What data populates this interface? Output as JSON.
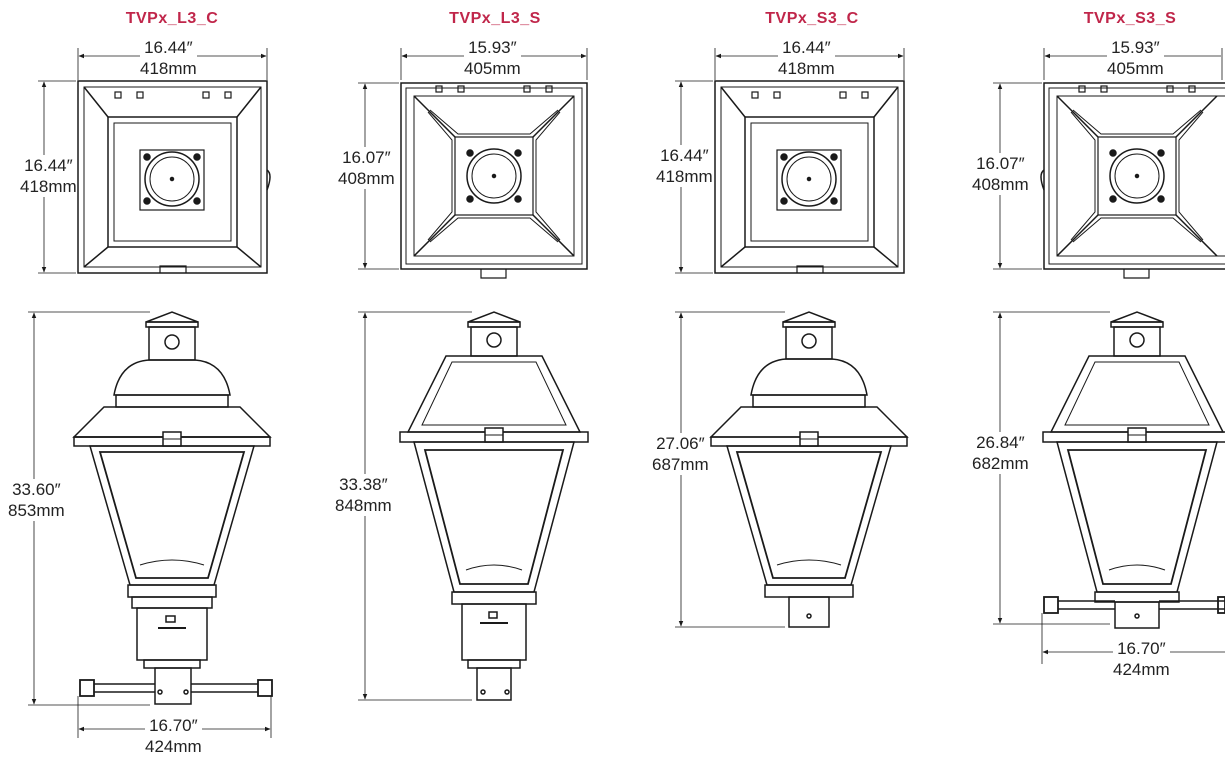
{
  "accent_color": "#c0264a",
  "products": [
    {
      "id": "TVPx_L3_C",
      "title": "TVPx_L3_C",
      "top_width": {
        "in": "16.44″",
        "mm": "418mm"
      },
      "top_depth": {
        "in": "16.44″",
        "mm": "418mm"
      },
      "height": {
        "in": "33.60″",
        "mm": "853mm"
      },
      "base_width": {
        "in": "16.70″",
        "mm": "424mm"
      }
    },
    {
      "id": "TVPx_L3_S",
      "title": "TVPx_L3_S",
      "top_width": {
        "in": "15.93″",
        "mm": "405mm"
      },
      "top_depth": {
        "in": "16.07″",
        "mm": "408mm"
      },
      "height": {
        "in": "33.38″",
        "mm": "848mm"
      }
    },
    {
      "id": "TVPx_S3_C",
      "title": "TVPx_S3_C",
      "top_width": {
        "in": "16.44″",
        "mm": "418mm"
      },
      "top_depth": {
        "in": "16.44″",
        "mm": "418mm"
      },
      "height": {
        "in": "27.06″",
        "mm": "687mm"
      }
    },
    {
      "id": "TVPx_S3_S",
      "title": "TVPx_S3_S",
      "top_width": {
        "in": "15.93″",
        "mm": "405mm"
      },
      "top_depth": {
        "in": "16.07″",
        "mm": "408mm"
      },
      "height": {
        "in": "26.84″",
        "mm": "682mm"
      },
      "base_width": {
        "in": "16.70″",
        "mm": "424mm"
      }
    }
  ]
}
